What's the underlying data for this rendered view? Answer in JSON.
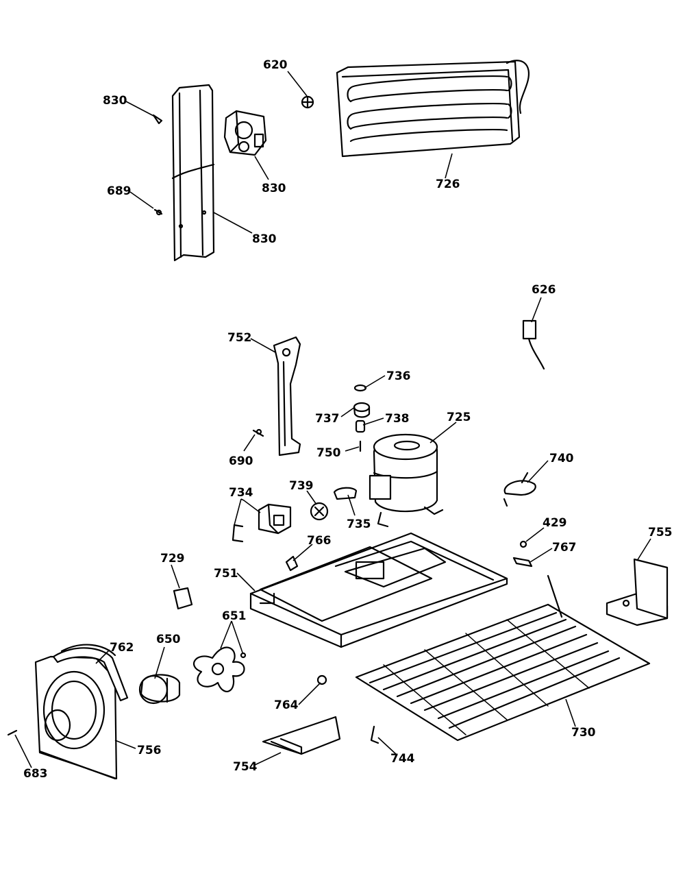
{
  "callouts": {
    "c620": "620",
    "c830a": "830",
    "c830b": "830",
    "c830c": "830",
    "c689": "689",
    "c726": "726",
    "c626": "626",
    "c752": "752",
    "c736": "736",
    "c737": "737",
    "c738": "738",
    "c725": "725",
    "c750": "750",
    "c690": "690",
    "c740": "740",
    "c734": "734",
    "c739": "739",
    "c735": "735",
    "c429": "429",
    "c755": "755",
    "c766": "766",
    "c767": "767",
    "c729": "729",
    "c751": "751",
    "c651": "651",
    "c650": "650",
    "c762": "762",
    "c764": "764",
    "c730": "730",
    "c756": "756",
    "c754": "754",
    "c744": "744",
    "c683": "683"
  }
}
